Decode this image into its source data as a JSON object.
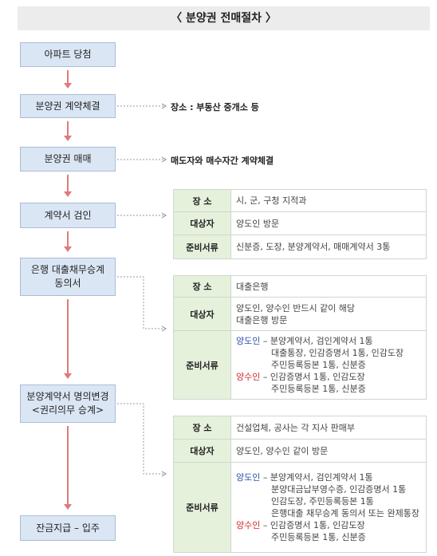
{
  "title": "〈 분양권 전매절차 〉",
  "steps": [
    "아파트 당첨",
    "분양권 계약체결",
    "분양권 매매",
    "계약서 검인",
    "은행 대출채무승계\n동의서",
    "분양계약서 명의변경\n<권리의무 승계>",
    "잔금지급 – 입주"
  ],
  "notes": {
    "contract": "장소 : 부동산 중개소 등",
    "trade": "매도자와 매수자간 계약체결"
  },
  "tables": {
    "inspection": {
      "place_key": "장 소",
      "place": "시, 군, 구청 지적과",
      "target_key": "대상자",
      "target": "양도인 방문",
      "docs_key": "준비서류",
      "docs": "신분증, 도장, 분양계약서, 매매계약서 3통"
    },
    "loan": {
      "place_key": "장 소",
      "place": "대출은행",
      "target_key": "대상자",
      "target_1": "양도인, 양수인 반드시 같이 해당",
      "target_2": "대출은행 방문",
      "docs_key": "준비서류",
      "seller_label": "양도인",
      "seller_lines": [
        "– 분양계약서, 검인계약서 1통",
        "대출통장, 인감증명서 1통, 인감도장",
        "주민등록등본 1통, 신분증"
      ],
      "buyer_label": "양수인",
      "buyer_lines": [
        "– 인감증명서 1통, 인감도장",
        "주민등록등본 1통, 신분증"
      ]
    },
    "transfer": {
      "place_key": "장 소",
      "place": "건설업체, 공사는 각 지사 판매부",
      "target_key": "대상자",
      "target": "양도인, 양수인 같이 방문",
      "docs_key": "준비서류",
      "seller_label": "양도인",
      "seller_lines": [
        "– 분양계약서, 검인계약서 1통",
        "분양대금납부영수증, 인감증명서 1통",
        "인감도장, 주민등록등본 1통",
        "은행대출 채무승계 동의서 또는 완제통장"
      ],
      "buyer_label": "양수인",
      "buyer_lines": [
        "– 인감증명서 1통, 인감도장",
        "주민등록등본 1통, 신분증"
      ]
    }
  },
  "colors": {
    "step_fill": "#dbe6f4",
    "key_fill": "#e6f1dc",
    "arrow": "#e07a7a",
    "seller": "#2d4fa8",
    "buyer": "#d02a2a"
  }
}
